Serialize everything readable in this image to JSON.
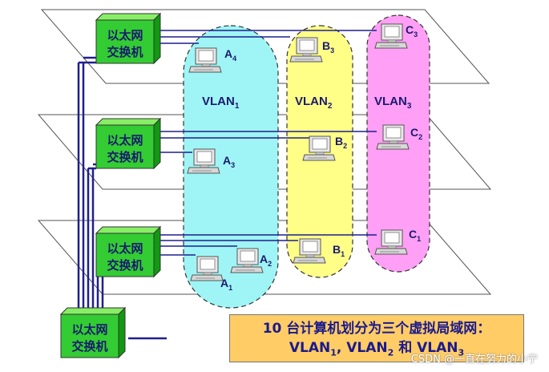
{
  "switch_label_line1": "以太网",
  "switch_label_line2": "交换机",
  "vlans": [
    {
      "name": "VLAN",
      "sub": "1",
      "color": "#9ff5f5"
    },
    {
      "name": "VLAN",
      "sub": "2",
      "color": "#ffff88"
    },
    {
      "name": "VLAN",
      "sub": "3",
      "color": "#ff9ff5"
    }
  ],
  "computers": [
    {
      "id": "A4",
      "letter": "A",
      "sub": "4"
    },
    {
      "id": "A3",
      "letter": "A",
      "sub": "3"
    },
    {
      "id": "A1",
      "letter": "A",
      "sub": "1"
    },
    {
      "id": "A2",
      "letter": "A",
      "sub": "2"
    },
    {
      "id": "B3",
      "letter": "B",
      "sub": "3"
    },
    {
      "id": "B2",
      "letter": "B",
      "sub": "2"
    },
    {
      "id": "B1",
      "letter": "B",
      "sub": "1"
    },
    {
      "id": "C3",
      "letter": "C",
      "sub": "3"
    },
    {
      "id": "C2",
      "letter": "C",
      "sub": "2"
    },
    {
      "id": "C1",
      "letter": "C",
      "sub": "1"
    }
  ],
  "caption": {
    "line1": "10 台计算机划分为三个虚拟局域网：",
    "line2_parts": [
      "VLAN",
      "1",
      ", VLAN",
      "2",
      " 和 VLAN",
      "3"
    ]
  },
  "watermark": "CSDN @一直在努力的小宁",
  "colors": {
    "switch_face": "#33cc33",
    "switch_top": "#88ee66",
    "switch_side": "#119911",
    "link": "#1f1f8f",
    "label": "#1a1a6e"
  }
}
